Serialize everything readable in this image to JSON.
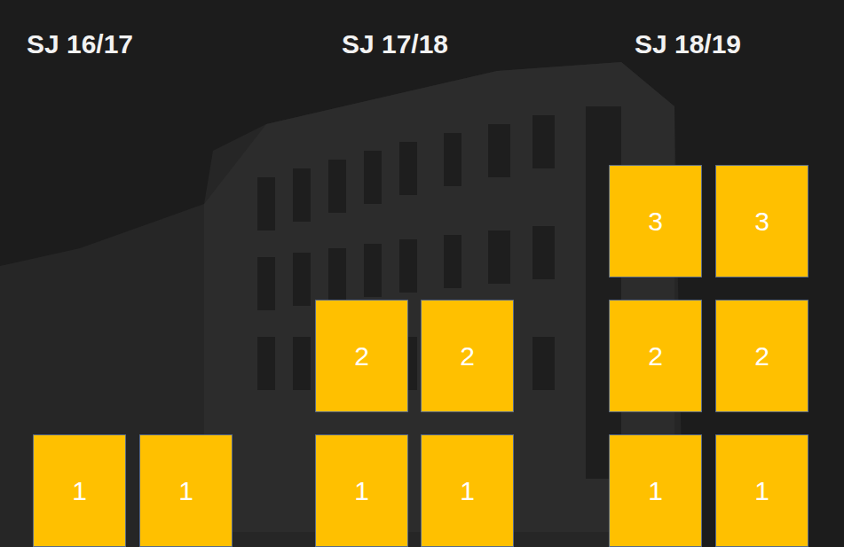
{
  "diagram": {
    "nodes": [
      {
        "text": [
          "3"
        ]
      },
      {
        "text": [
          "3"
        ]
      },
      {
        "text": [
          "2"
        ]
      },
      {
        "text": [
          "2"
        ]
      },
      {
        "text": [
          "2"
        ]
      },
      {
        "text": [
          "2"
        ]
      },
      {
        "text": [
          "1"
        ]
      },
      {
        "text": [
          "1"
        ]
      },
      {
        "text": [
          "1"
        ]
      },
      {
        "text": [
          "1"
        ]
      },
      {
        "text": [
          "1"
        ]
      },
      {
        "text": [
          "1"
        ]
      }
    ],
    "labels": [
      "SJ 16/17",
      "SJ 17/18",
      "SJ 18/19"
    ]
  }
}
